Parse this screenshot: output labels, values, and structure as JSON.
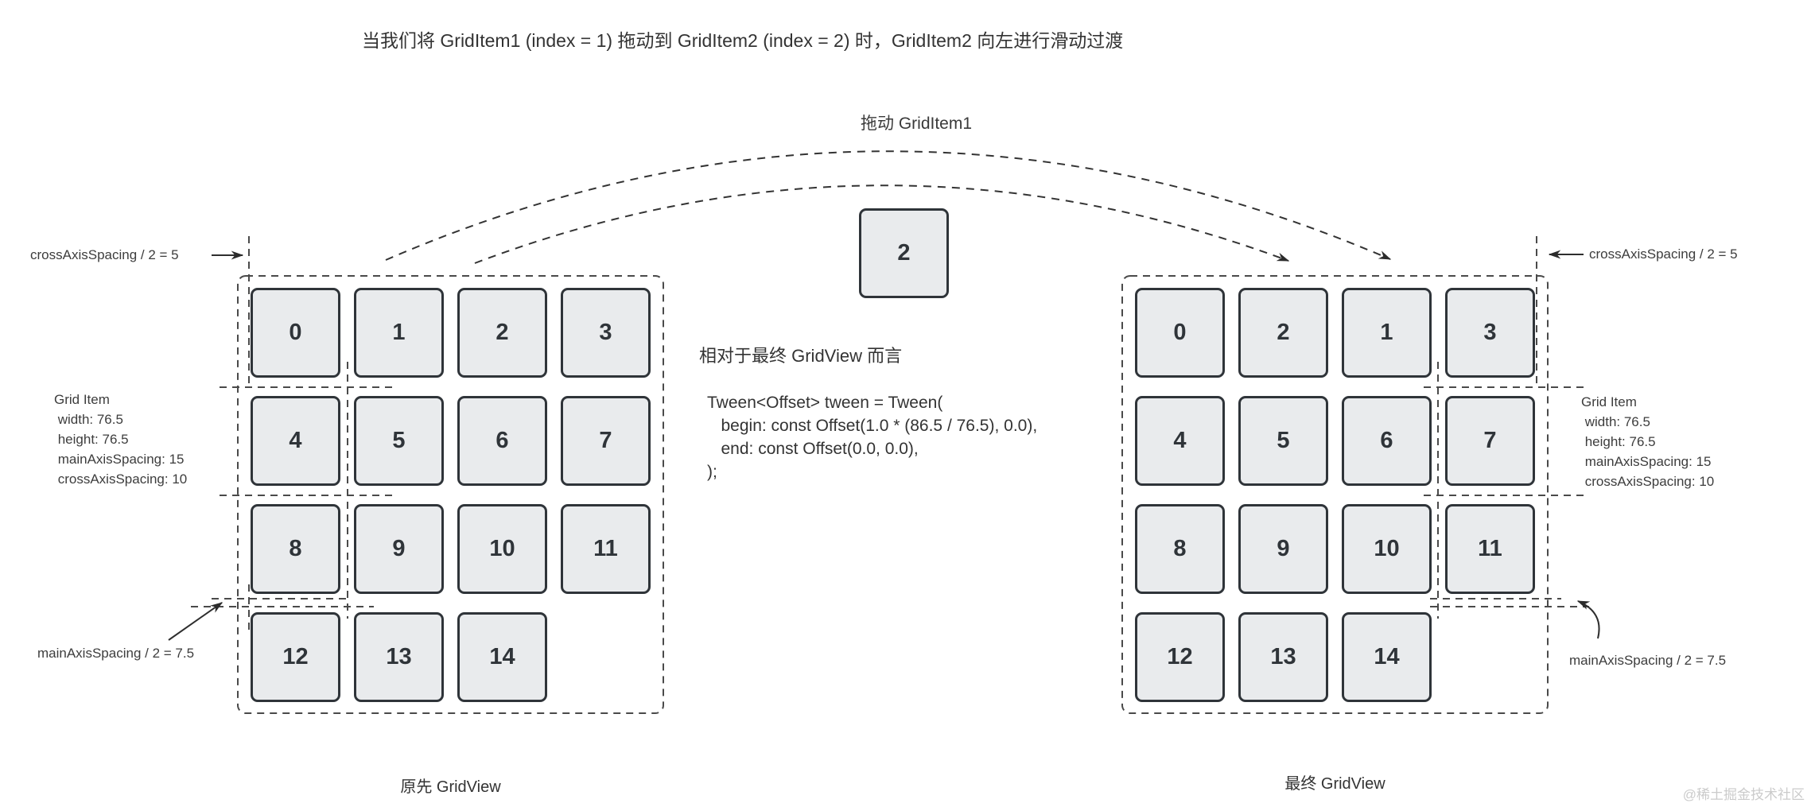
{
  "title": "当我们将 GridItem1 (index = 1) 拖动到 GridItem2 (index = 2) 时，GridItem2 向左进行滑动过渡",
  "drag": {
    "label": "拖动 GridItem1",
    "floating_item": "2"
  },
  "grids": {
    "original": {
      "caption": "原先 GridView",
      "items": [
        "0",
        "1",
        "2",
        "3",
        "4",
        "5",
        "6",
        "7",
        "8",
        "9",
        "10",
        "11",
        "12",
        "13",
        "14"
      ]
    },
    "final": {
      "caption": "最终 GridView",
      "items": [
        "0",
        "2",
        "1",
        "3",
        "4",
        "5",
        "6",
        "7",
        "8",
        "9",
        "10",
        "11",
        "12",
        "13",
        "14"
      ]
    }
  },
  "annotations": {
    "cross_axis_half": "crossAxisSpacing / 2 = 5",
    "main_axis_half": "mainAxisSpacing / 2 = 7.5",
    "grid_item_spec": {
      "title": "Grid Item",
      "lines": [
        " width: 76.5",
        " height: 76.5",
        " mainAxisSpacing: 15",
        " crossAxisSpacing: 10"
      ]
    }
  },
  "middle": {
    "note": "相对于最终 GridView 而言",
    "code_lines": [
      "Tween<Offset> tween = Tween(",
      "   begin: const Offset(1.0 * (86.5 / 76.5), 0.0),",
      "   end: const Offset(0.0, 0.0),",
      ");"
    ]
  },
  "watermark": "@稀土掘金技术社区",
  "colors": {
    "item_fill": "#e9ebed",
    "item_border": "#2f3439",
    "dash_line": "#4a4a4a",
    "text": "#3a3a3a",
    "watermark": "#cbcbcb"
  }
}
